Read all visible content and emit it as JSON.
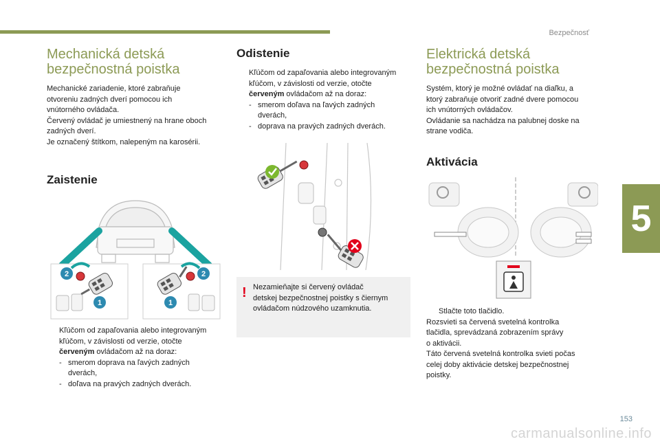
{
  "header": {
    "section_title": "Bezpečnosť",
    "chapter_number": "5",
    "page_number": "153",
    "watermark": "carmanualsonline.info"
  },
  "col1": {
    "title_line1": "Mechanická detská",
    "title_line2": "bezpečnostná poistka",
    "intro": [
      "Mechanické zariadenie, ktoré zabraňuje",
      "otvoreniu zadných dverí pomocou ich",
      "vnútorného ovládača.",
      "Červený ovládač je umiestnený na hrane oboch",
      "zadných dverí.",
      "Je označený štítkom, nalepeným na karosérii."
    ],
    "heading": "Zaistenie",
    "callout_1": "1",
    "callout_2": "2",
    "steps": {
      "bullet": "",
      "line1": "Kľúčom od zapaľovania alebo integrovaným",
      "line2": "kľúčom, v závislosti od verzie, otočte",
      "bold": "červeným",
      "line3_rest": " ovládačom až na doraz:",
      "dash": "-",
      "d1a": "smerom doprava na ľavých zadných",
      "d1b": "dverách,",
      "d2": "doľava na pravých zadných dverách."
    }
  },
  "col2": {
    "heading": "Odistenie",
    "steps": {
      "bullet": "",
      "line1": "Kľúčom od zapaľovania alebo integrovaným",
      "line2": "kľúčom, v závislosti od verzie, otočte",
      "bold": "červeným",
      "line3_rest": " ovládačom až na doraz:",
      "dash": "-",
      "d1a": "smerom doľava na ľavých zadných",
      "d1b": "dverách,",
      "d2": "doprava na pravých zadných dverách."
    },
    "warning": {
      "symbol": "!",
      "lines": [
        "Nezamieňajte si červený ovládač",
        "detskej bezpečnostnej poistky s čiernym",
        "ovládačom núdzového uzamknutia."
      ]
    }
  },
  "col3": {
    "title_line1": "Elektrická detská",
    "title_line2": "bezpečnostná poistka",
    "intro": [
      "Systém, ktorý je možné ovládať na diaľku, a",
      "ktorý zabraňuje otvoriť zadné dvere pomocou",
      "ich vnútorných ovládačov.",
      "Ovládanie sa nachádza na palubnej doske na",
      "strane vodiča."
    ],
    "heading": "Aktivácia",
    "steps": {
      "bullet": "",
      "line1": "Stlačte toto tlačidlo.",
      "rest": [
        "Rozsvieti sa červená svetelná kontrolka",
        "tlačidla, sprevádzaná zobrazením správy",
        "o aktivácii.",
        "Táto červená svetelná kontrolka svieti počas",
        "celej doby aktivácie detskej bezpečnostnej",
        "poistky."
      ]
    }
  },
  "colors": {
    "accent": "#8c9a55",
    "warning_red": "#e1001a",
    "callout_blue": "#2d8ab0",
    "arrow_teal": "#1ba3a0"
  }
}
